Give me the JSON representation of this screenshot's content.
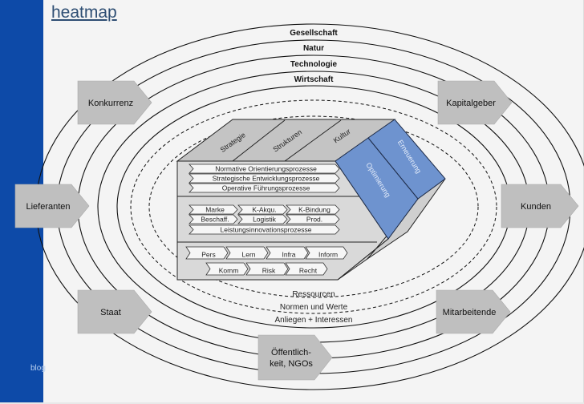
{
  "page": {
    "title_link": "heatmap",
    "watermark": "blog"
  },
  "diagram": {
    "outer_rings": [
      "Gesellschaft",
      "Natur",
      "Technologie",
      "Wirtschaft"
    ],
    "inner_rings": [
      "Ressourcen",
      "Normen und Werte",
      "Anliegen + Interessen"
    ],
    "stakeholders": [
      {
        "id": "konkurrenz",
        "label": [
          "Konkurrenz"
        ]
      },
      {
        "id": "kapitalgeber",
        "label": [
          "Kapitalgeber"
        ]
      },
      {
        "id": "lieferanten",
        "label": [
          "Lieferanten"
        ]
      },
      {
        "id": "kunden",
        "label": [
          "Kunden"
        ]
      },
      {
        "id": "staat",
        "label": [
          "Staat"
        ]
      },
      {
        "id": "mitarbeitende",
        "label": [
          "Mitarbeitende"
        ]
      },
      {
        "id": "oeffentlichkeit",
        "label": [
          "Öffentlich-",
          "keit, NGOs"
        ]
      }
    ],
    "top_face": [
      "Strategie",
      "Strukturen",
      "Kultur"
    ],
    "side_face": [
      "Optimierung",
      "Erneuerung"
    ],
    "management_processes": [
      "Normative Orientierungsprozesse",
      "Strategische Entwicklungsprozesse",
      "Operative Führungsprozesse"
    ],
    "business_processes_row1": [
      "Marke",
      "K-Akqu.",
      "K-Bindung"
    ],
    "business_processes_row2": [
      "Beschaff.",
      "Logistik",
      "Prod."
    ],
    "business_processes_row3": [
      "Leistungsinnovationsprozesse"
    ],
    "support_processes_row1": [
      "Pers",
      "Lern",
      "Infra",
      "Inform"
    ],
    "support_processes_row2": [
      "Komm",
      "Risk",
      "Recht"
    ],
    "colors": {
      "sidebar": "#0d4aa8",
      "box_face": "#d9d9d9",
      "box_top": "#c4c4c4",
      "blue_face": "#6e93cf",
      "stakeholder": "#bfbfbf"
    }
  }
}
